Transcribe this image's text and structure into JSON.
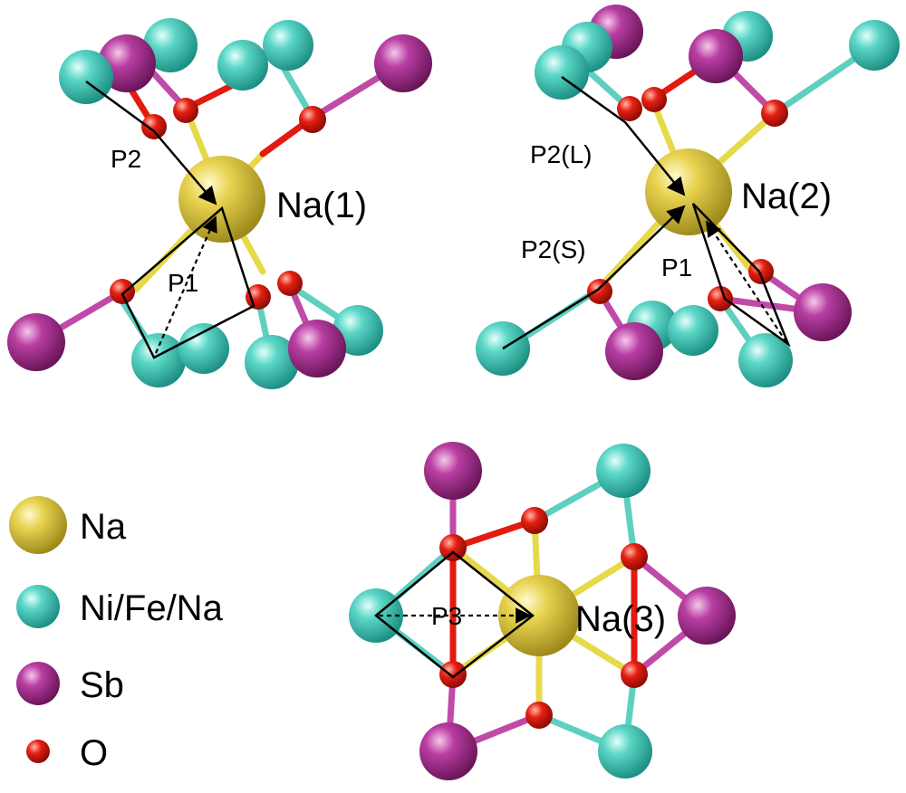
{
  "colors": {
    "Na": "#d9c23c",
    "NiFeNa": "#56d3c4",
    "Sb": "#b43a9d",
    "O": "#e21a10",
    "bond_yellow": "#e6d94a",
    "bond_teal": "#5fd0c0",
    "bond_magenta": "#c04aa8",
    "bond_red": "#e21a10"
  },
  "panels": [
    {
      "site_label": "Na(1)",
      "path_labels": [
        "P2",
        "P1"
      ]
    },
    {
      "site_label": "Na(2)",
      "path_labels": [
        "P2(L)",
        "P2(S)",
        "P1"
      ]
    },
    {
      "site_label": "Na(3)",
      "path_labels": [
        "P3"
      ]
    }
  ],
  "legend": [
    {
      "element": "Na",
      "label": "Na",
      "color": "#d9c23c"
    },
    {
      "element": "NiFeNa",
      "label": "Ni/Fe/Na",
      "color": "#56d3c4"
    },
    {
      "element": "Sb",
      "label": "Sb",
      "color": "#b43a9d"
    },
    {
      "element": "O",
      "label": "O",
      "color": "#e21a10"
    }
  ]
}
